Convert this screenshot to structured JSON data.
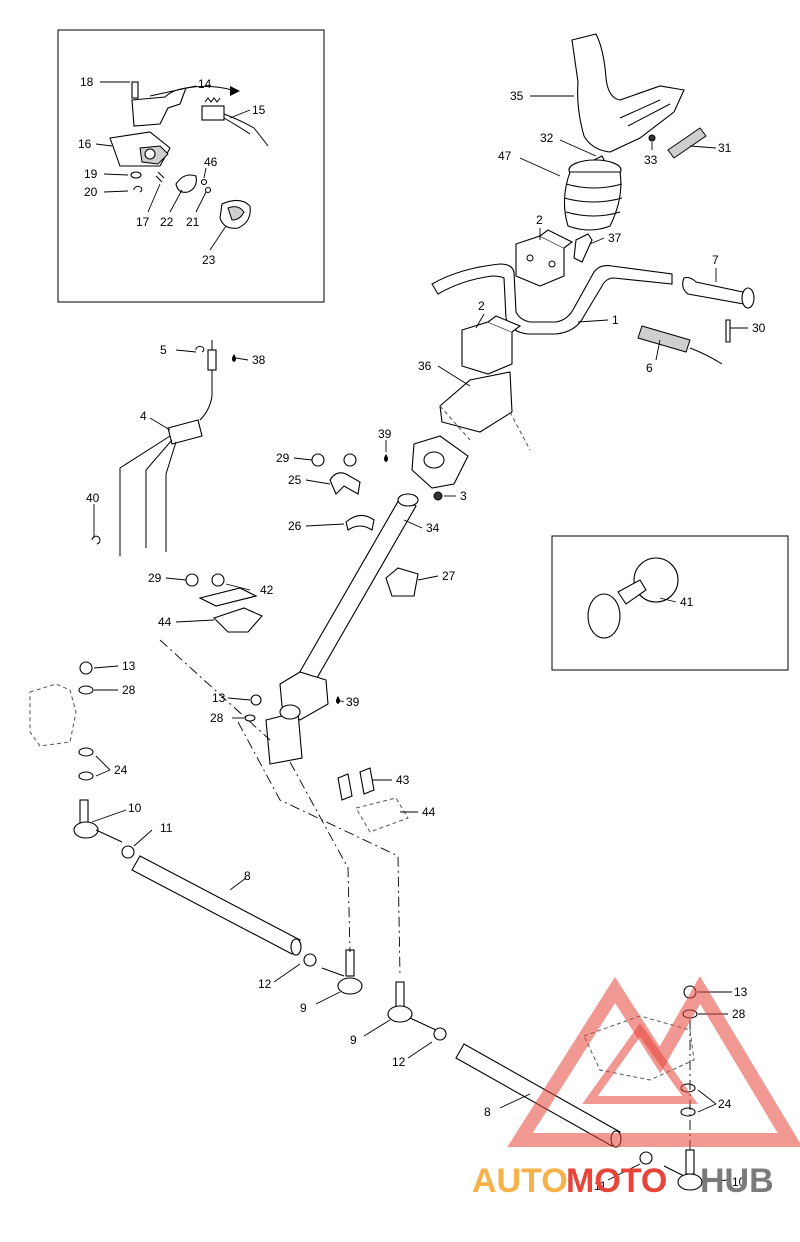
{
  "diagram": {
    "callouts": [
      {
        "id": "c18",
        "text": "18"
      },
      {
        "id": "c14",
        "text": "14"
      },
      {
        "id": "c15",
        "text": "15"
      },
      {
        "id": "c16",
        "text": "16"
      },
      {
        "id": "c46",
        "text": "46"
      },
      {
        "id": "c19",
        "text": "19"
      },
      {
        "id": "c20",
        "text": "20"
      },
      {
        "id": "c17",
        "text": "17"
      },
      {
        "id": "c22",
        "text": "22"
      },
      {
        "id": "c21",
        "text": "21"
      },
      {
        "id": "c23",
        "text": "23"
      },
      {
        "id": "c35",
        "text": "35"
      },
      {
        "id": "c32",
        "text": "32"
      },
      {
        "id": "c33",
        "text": "33"
      },
      {
        "id": "c31",
        "text": "31"
      },
      {
        "id": "c47",
        "text": "47"
      },
      {
        "id": "c2a",
        "text": "2"
      },
      {
        "id": "c37",
        "text": "37"
      },
      {
        "id": "c7",
        "text": "7"
      },
      {
        "id": "c1",
        "text": "1"
      },
      {
        "id": "c30",
        "text": "30"
      },
      {
        "id": "c2b",
        "text": "2"
      },
      {
        "id": "c6",
        "text": "6"
      },
      {
        "id": "c5",
        "text": "5"
      },
      {
        "id": "c38",
        "text": "38"
      },
      {
        "id": "c36",
        "text": "36"
      },
      {
        "id": "c4",
        "text": "4"
      },
      {
        "id": "c39a",
        "text": "39"
      },
      {
        "id": "c29a",
        "text": "29"
      },
      {
        "id": "c25",
        "text": "25"
      },
      {
        "id": "c3",
        "text": "3"
      },
      {
        "id": "c26",
        "text": "26"
      },
      {
        "id": "c34",
        "text": "34"
      },
      {
        "id": "c40",
        "text": "40"
      },
      {
        "id": "c27",
        "text": "27"
      },
      {
        "id": "c29b",
        "text": "29"
      },
      {
        "id": "c42",
        "text": "42"
      },
      {
        "id": "c44a",
        "text": "44"
      },
      {
        "id": "c41",
        "text": "41"
      },
      {
        "id": "c13a",
        "text": "13"
      },
      {
        "id": "c28a",
        "text": "28"
      },
      {
        "id": "c13b",
        "text": "13"
      },
      {
        "id": "c39b",
        "text": "39"
      },
      {
        "id": "c28b",
        "text": "28"
      },
      {
        "id": "c24a",
        "text": "24"
      },
      {
        "id": "c43",
        "text": "43"
      },
      {
        "id": "c44b",
        "text": "44"
      },
      {
        "id": "c10a",
        "text": "10"
      },
      {
        "id": "c11a",
        "text": "11"
      },
      {
        "id": "c8a",
        "text": "8"
      },
      {
        "id": "c12a",
        "text": "12"
      },
      {
        "id": "c9a",
        "text": "9"
      },
      {
        "id": "c13c",
        "text": "13"
      },
      {
        "id": "c28c",
        "text": "28"
      },
      {
        "id": "c9b",
        "text": "9"
      },
      {
        "id": "c12b",
        "text": "12"
      },
      {
        "id": "c24b",
        "text": "24"
      },
      {
        "id": "c8b",
        "text": "8"
      },
      {
        "id": "c11b",
        "text": "11"
      },
      {
        "id": "c10b",
        "text": "10"
      }
    ]
  },
  "watermark": {
    "brand_left": "AUTO",
    "brand_mid": "MOTO",
    "brand_right": "HUB",
    "color_triangle": "#e8443a",
    "color_left": "#f6b24a",
    "color_mid": "#e8443a",
    "color_right": "#7a7a7a"
  }
}
